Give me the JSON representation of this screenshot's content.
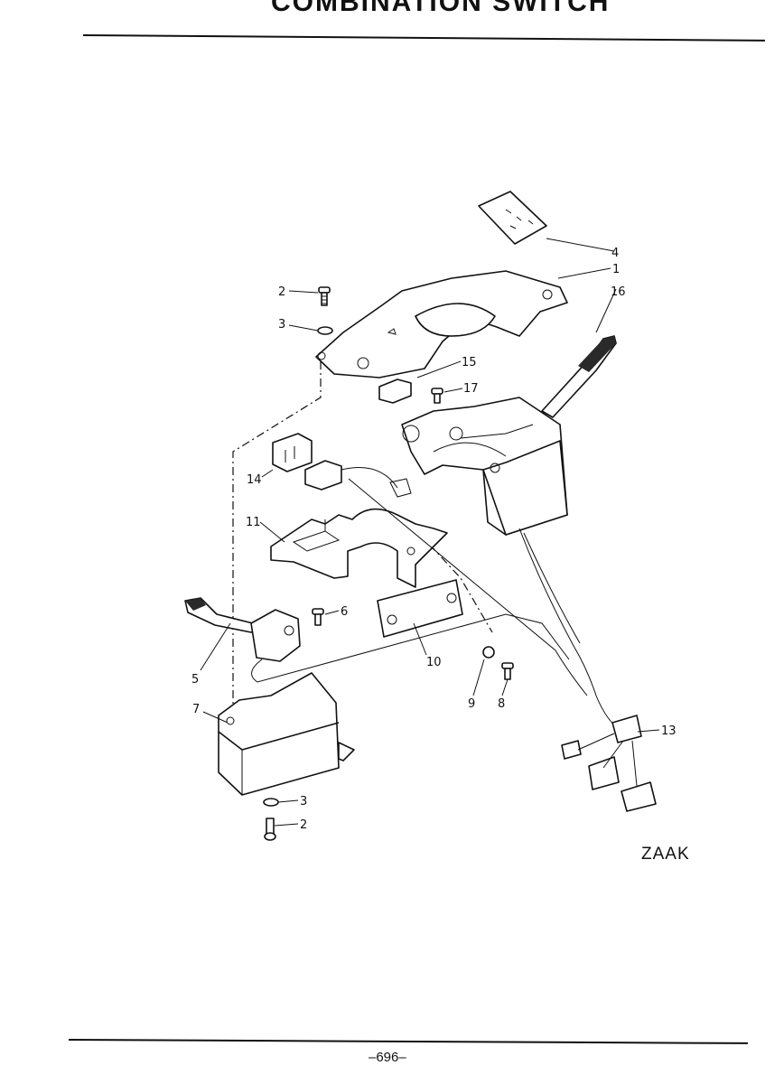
{
  "header": {
    "title": "COMBINATION SWITCH"
  },
  "figure_code": "ZAAK",
  "page_number": "–696–",
  "callouts": [
    {
      "id": "c1",
      "text": "1"
    },
    {
      "id": "c2a",
      "text": "2"
    },
    {
      "id": "c3a",
      "text": "3"
    },
    {
      "id": "c4",
      "text": "4"
    },
    {
      "id": "c5",
      "text": "5"
    },
    {
      "id": "c6",
      "text": "6"
    },
    {
      "id": "c7",
      "text": "7"
    },
    {
      "id": "c8",
      "text": "8"
    },
    {
      "id": "c9",
      "text": "9"
    },
    {
      "id": "c10",
      "text": "10"
    },
    {
      "id": "c11",
      "text": "11"
    },
    {
      "id": "c13",
      "text": "13"
    },
    {
      "id": "c14",
      "text": "14"
    },
    {
      "id": "c15",
      "text": "15"
    },
    {
      "id": "c16",
      "text": "16"
    },
    {
      "id": "c17",
      "text": "17"
    },
    {
      "id": "c3b",
      "text": "3"
    },
    {
      "id": "c2b",
      "text": "2"
    }
  ]
}
